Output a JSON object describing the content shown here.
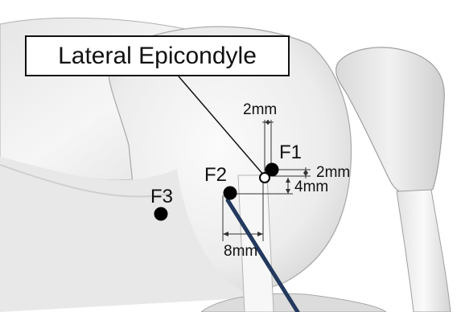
{
  "callout": {
    "text": "Lateral Epicondyle"
  },
  "points": [
    {
      "id": "F1",
      "label": "F1"
    },
    {
      "id": "F2",
      "label": "F2"
    },
    {
      "id": "F3",
      "label": "F3"
    }
  ],
  "dimensions": [
    {
      "id": "top",
      "text": "2mm"
    },
    {
      "id": "right-upper",
      "text": "2mm"
    },
    {
      "id": "right-lower",
      "text": "4mm"
    },
    {
      "id": "bottom",
      "text": "8mm"
    }
  ],
  "colors": {
    "tunnel_line": "#23395e",
    "bone_light": "#f4f4f4",
    "bone_shade": "#d6d6d6",
    "outline": "#9a9a9a",
    "marker": "#000000"
  }
}
